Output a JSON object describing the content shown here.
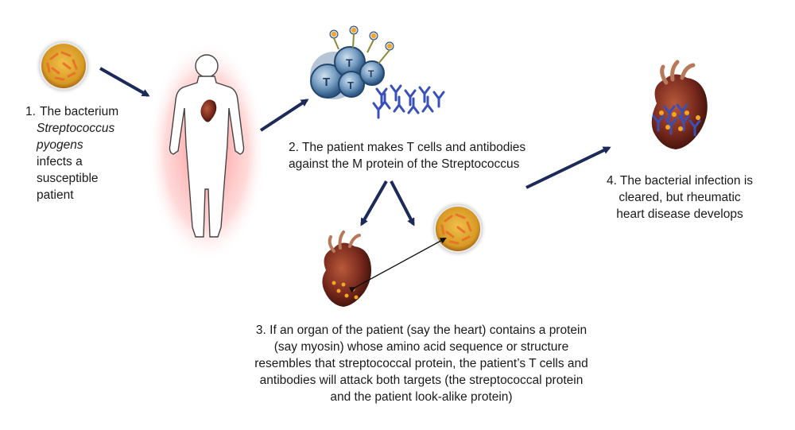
{
  "steps": {
    "step1": {
      "number": "1.",
      "line1": "The bacterium",
      "species_line1": "Streptococcus",
      "species_line2": "pyogens",
      "line4": "infects a",
      "line5": "susceptible",
      "line6": "patient"
    },
    "step2": {
      "text": "2. The patient makes T cells and antibodies against the M protein of the Streptococcus"
    },
    "step3": {
      "text": "3.  If an organ of the patient (say the heart) contains a protein (say myosin) whose amino acid sequence or structure resembles that streptococcal protein, the patient’s T cells and antibodies will attack both targets (the streptococcal protein and the patient look-alike protein)"
    },
    "step4": {
      "text": "4. The bacterial infection is cleared, but rheumatic heart disease develops"
    }
  },
  "tcell_labels": [
    "T",
    "T",
    "T",
    "T"
  ],
  "colors": {
    "arrow": "#1c2a5a",
    "bacterium_fill": "#d9a12a",
    "bacterium_rod": "#e8742a",
    "tcell": "#3f6f9e",
    "antibody": "#3a4fb8",
    "body_glow": "#e23b3b",
    "heart": "#7a2a1e"
  },
  "icons": [
    "bacterium-icon",
    "human-body-icon",
    "t-cells-icon",
    "antibodies-icon",
    "heart-icon"
  ]
}
